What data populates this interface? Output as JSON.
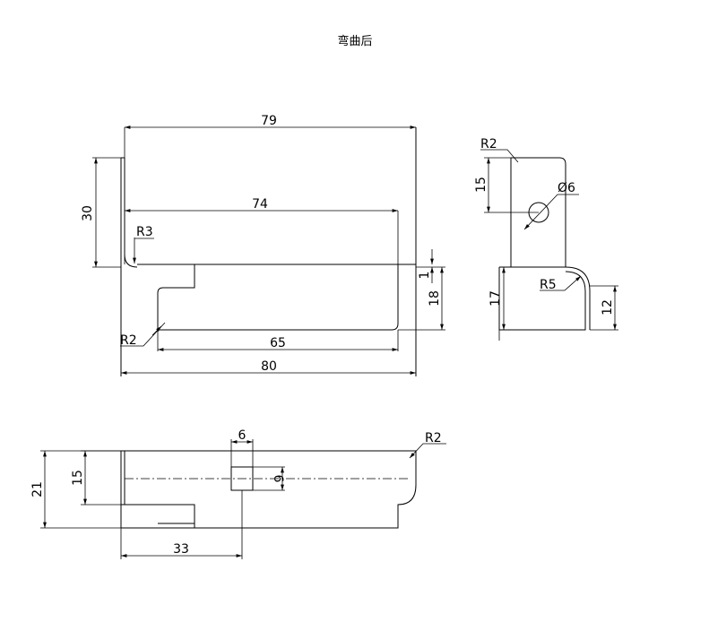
{
  "title": "弯曲后",
  "dims": {
    "d79": "79",
    "d74": "74",
    "d30": "30",
    "d18": "18",
    "d1": "1",
    "d65": "65",
    "d80": "80",
    "d15a": "15",
    "d17": "17",
    "d12": "12",
    "d6a": "6",
    "d6b": "6",
    "d21": "21",
    "d15b": "15",
    "d33": "33"
  },
  "radii": {
    "r3": "R3",
    "r2a": "R2",
    "r2b": "R2",
    "r5": "R5",
    "r2c": "R2",
    "phi6": "Ø6"
  }
}
